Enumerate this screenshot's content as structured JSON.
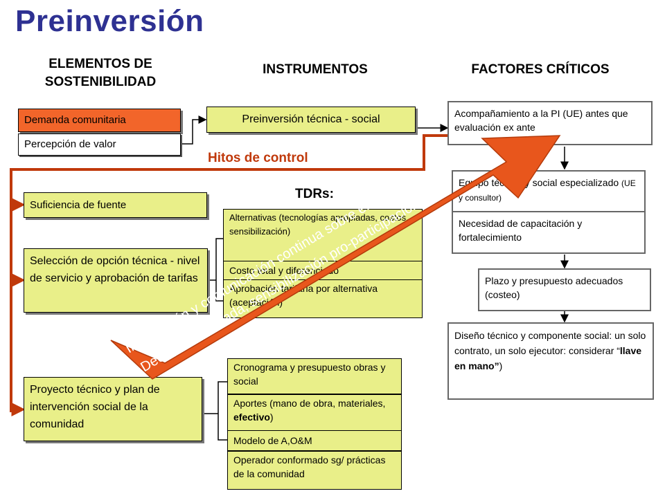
{
  "title": "Preinversión",
  "columns": {
    "sostenibilidad": "ELEMENTOS DE SOSTENIBILIDAD",
    "instrumentos": "INSTRUMENTOS",
    "factores": "FACTORES CRÍTICOS"
  },
  "sostenibilidad_items": {
    "demanda": "Demanda comunitaria",
    "percepcion": "Percepción de valor",
    "suficiencia": "Suficiencia de fuente",
    "seleccion": "Selección de opción técnica - nivel de servicio y aprobación de tarifas",
    "proyecto": "Proyecto técnico y plan de intervención social de la comunidad"
  },
  "instrumentos": {
    "preinversion": "Preinversión técnica - social",
    "hitos": "Hitos de control",
    "tdrs": "TDRs:",
    "alternativas": "Alternativas (tecnologías apropiadas, costos, sensibilización)",
    "costos": "Costo total y diferenciado",
    "tarifaria": "Aprobación tarifaria por alternativa (aceptación)",
    "cronograma": "Cronograma y presupuesto obras y social",
    "aportes_pre": "Aportes (mano de obra, materiales, ",
    "aportes_bold": "efectivo",
    "aportes_post": ")",
    "modelo": "Modelo de A,O&M",
    "operador": "Operador conformado sg/ prácticas de la comunidad"
  },
  "factores": {
    "acompanamiento": "Acompañamiento a la PI (UE) antes que evaluación ex ante",
    "equipo_main": "Equipo técnico y social especializado",
    "equipo_small": "(UE y consultor)",
    "capacitacion": "Necesidad de capacitación y fortalecimiento",
    "plazo": "Plazo y presupuesto adecuados (costeo)",
    "diseno_pre": "Diseño técnico y componente social: un solo contrato, un solo ejecutor: considerar “",
    "diseno_bold1": "llave en mano",
    "diseno_bold2": "”",
    "diseno_post": ")"
  },
  "banner": {
    "line1": "Información y comunicación continua sobre el Proyecto:",
    "line2": "Decisión informada, sensibilización pro-participación"
  },
  "colors": {
    "title": "#2e3192",
    "green_box": "#e9ef89",
    "orange_box": "#f2652a",
    "control_line": "#c0390b",
    "banner": "#e8561c"
  }
}
